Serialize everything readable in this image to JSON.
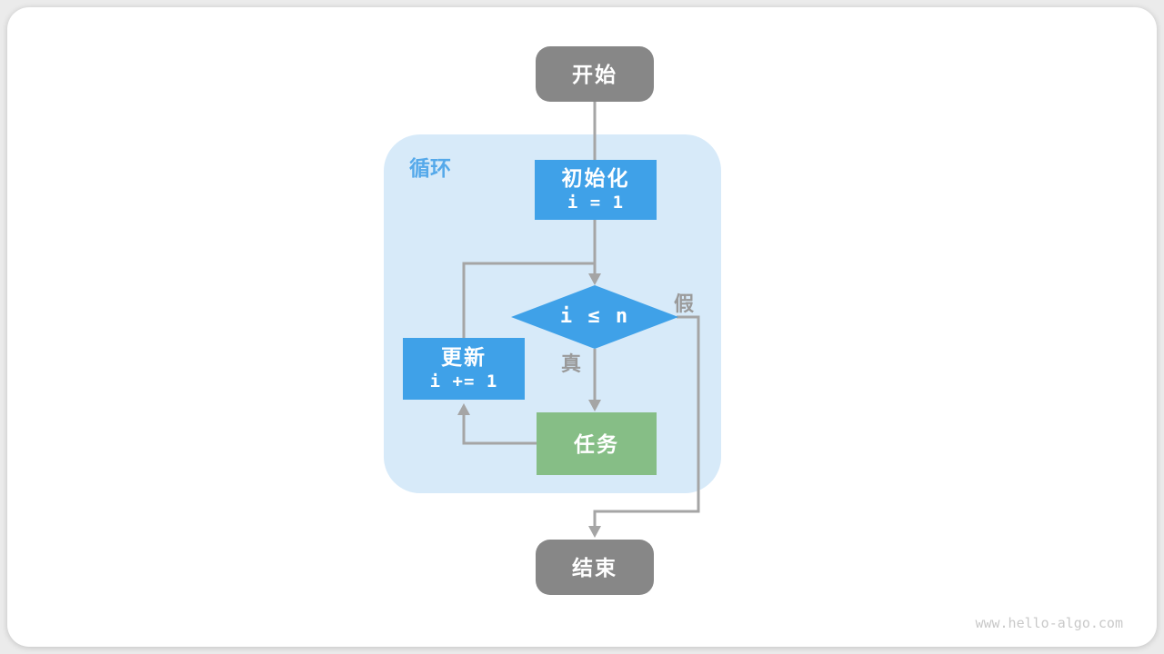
{
  "page": {
    "watermark": "www.hello-algo.com"
  },
  "colors": {
    "page_bg": "#EBEBEB",
    "card_bg": "#FFFFFF",
    "node_blue": "#3FA1E8",
    "loop_bg": "#D7EAF9",
    "loop_label_blue": "#55A9EA",
    "node_green": "#86BE86",
    "node_gray": "#878787",
    "line_gray": "#A5A5A5",
    "edge_label_gray": "#9A9A9A",
    "watermark_gray": "#C9C9C9",
    "text_white": "#FFFFFF"
  },
  "flowchart": {
    "loop_label": "循环",
    "nodes": {
      "start": {
        "label": "开始"
      },
      "init": {
        "label": "初始化",
        "code": "i = 1"
      },
      "condition": {
        "code": "i ≤ n"
      },
      "update": {
        "label": "更新",
        "code": "i += 1"
      },
      "task": {
        "label": "任务"
      },
      "end": {
        "label": "结束"
      }
    },
    "edge_labels": {
      "true": "真",
      "false": "假"
    },
    "edges": [
      {
        "from": "start",
        "to": "init",
        "label": ""
      },
      {
        "from": "init",
        "to": "condition",
        "label": ""
      },
      {
        "from": "condition",
        "to": "task",
        "label": "真"
      },
      {
        "from": "task",
        "to": "update",
        "label": ""
      },
      {
        "from": "update",
        "to": "condition",
        "label": ""
      },
      {
        "from": "condition",
        "to": "end",
        "label": "假"
      }
    ]
  }
}
